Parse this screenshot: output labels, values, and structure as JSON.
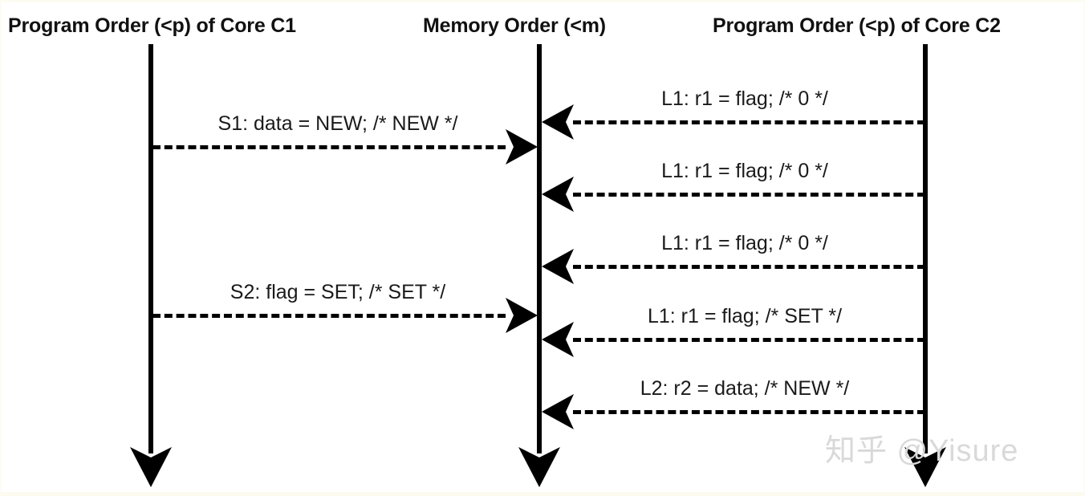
{
  "diagram": {
    "title_columns": {
      "core_c1": "Program Order (<p) of Core C1",
      "memory": "Memory Order (<m)",
      "core_c2": "Program Order (<p) of Core C2"
    },
    "axes": [
      {
        "name": "core-c1-axis",
        "label": "Program Order (<p) of Core C1"
      },
      {
        "name": "memory-order-axis",
        "label": "Memory Order (<m)"
      },
      {
        "name": "core-c2-axis",
        "label": "Program Order (<p) of Core C2"
      }
    ],
    "messages": [
      {
        "id": "m1",
        "label": "L1: r1 = flag; /* 0 */",
        "direction": "right-to-left",
        "from": "core-c2",
        "to": "memory-order"
      },
      {
        "id": "m2",
        "label": "S1: data = NEW; /* NEW */",
        "direction": "left-to-right",
        "from": "core-c1",
        "to": "memory-order"
      },
      {
        "id": "m3",
        "label": "L1: r1 = flag; /* 0 */",
        "direction": "right-to-left",
        "from": "core-c2",
        "to": "memory-order"
      },
      {
        "id": "m4",
        "label": "L1: r1 = flag; /* 0 */",
        "direction": "right-to-left",
        "from": "core-c2",
        "to": "memory-order"
      },
      {
        "id": "m5",
        "label": "S2: flag = SET; /* SET */",
        "direction": "left-to-right",
        "from": "core-c1",
        "to": "memory-order"
      },
      {
        "id": "m6",
        "label": "L1: r1 = flag; /* SET */",
        "direction": "right-to-left",
        "from": "core-c2",
        "to": "memory-order"
      },
      {
        "id": "m7",
        "label": "L2: r2 = data; /* NEW */",
        "direction": "right-to-left",
        "from": "core-c2",
        "to": "memory-order"
      }
    ],
    "colors": {
      "stroke": "#000000",
      "background": "#ffffff",
      "text": "#111111",
      "watermark": "#d9d9d9"
    },
    "watermark": "知乎 @Yisure"
  }
}
